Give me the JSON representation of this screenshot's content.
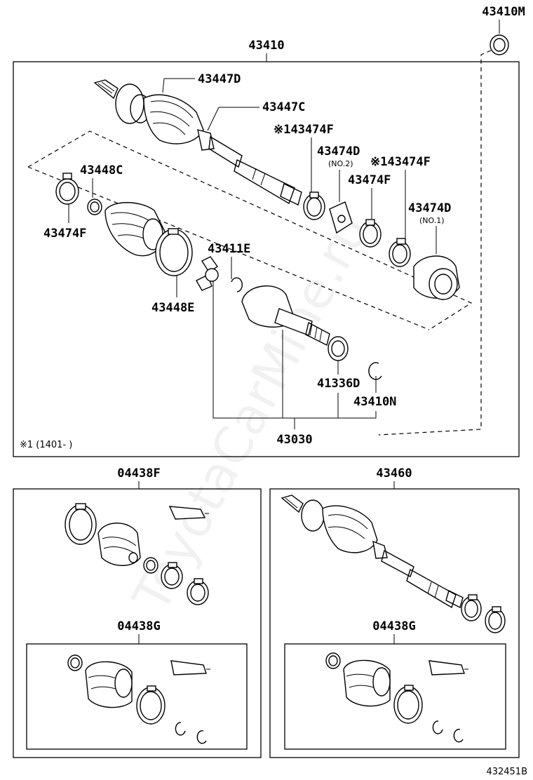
{
  "watermark": "ToyotaCarMine.ru",
  "labels": {
    "p43410M": "43410M",
    "p43410": "43410",
    "p43447D": "43447D",
    "p43447C": "43447C",
    "p43474F_a": "※143474F",
    "p43474D_no2": "43474D",
    "no2": "(NO.2)",
    "p43474F_b": "※143474F",
    "p43448C": "43448C",
    "p43474F_c": "43474F",
    "p43474D_no1": "43474D",
    "no1": "(NO.1)",
    "p43474F_d": "43474F",
    "p43411E": "43411E",
    "p43448E": "43448E",
    "p41336D": "41336D",
    "p43410N": "43410N",
    "p43030": "43030",
    "footnote": "※1 (1401-  )",
    "p04438F": "04438F",
    "p04438G_left": "04438G",
    "p43460": "43460",
    "p04438G_right": "04438G",
    "figure_id": "432451B"
  }
}
